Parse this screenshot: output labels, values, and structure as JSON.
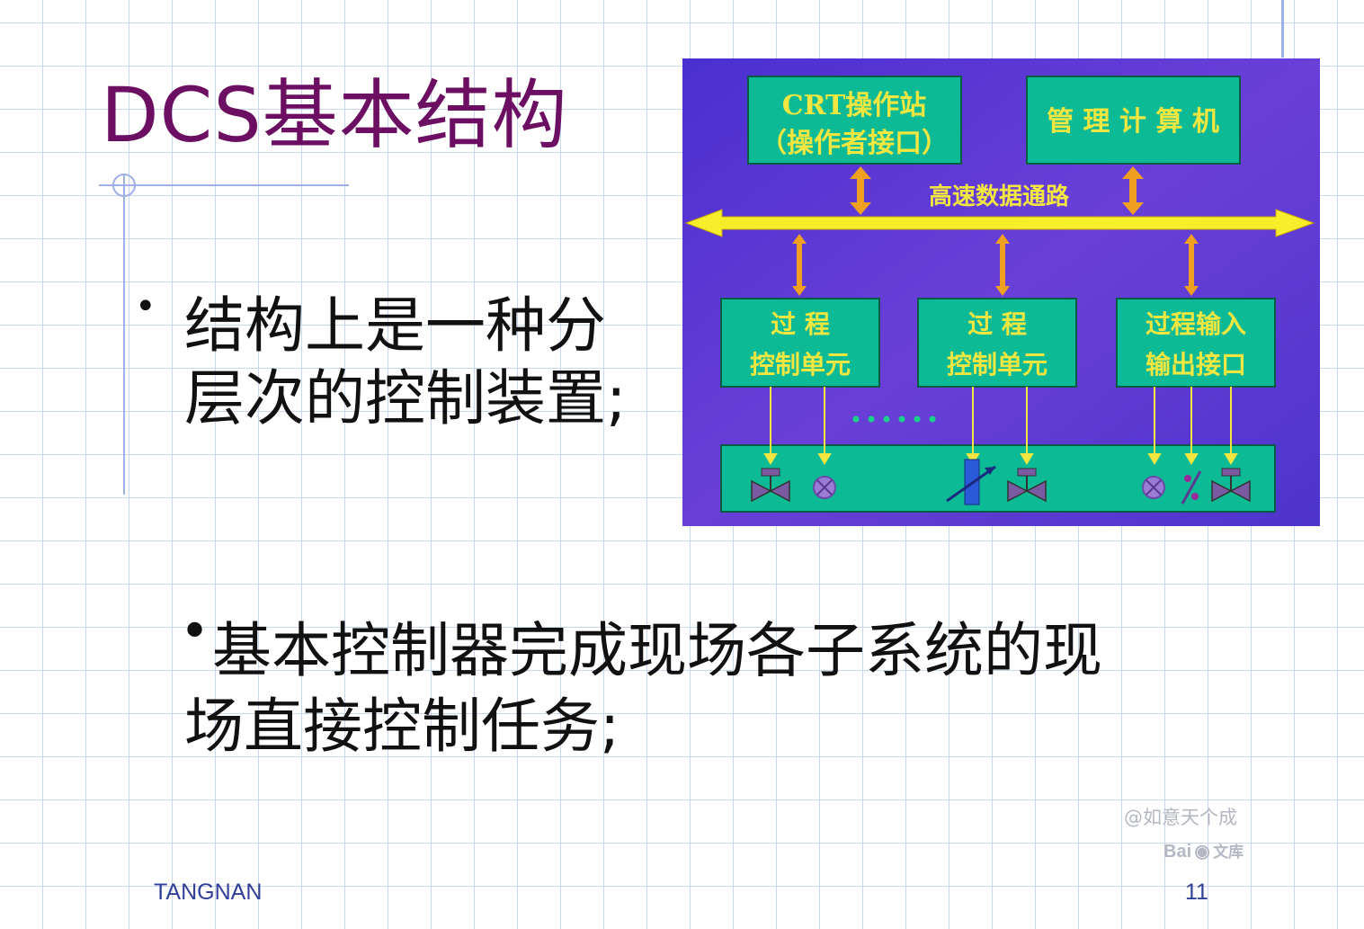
{
  "slide": {
    "title": "DCS基本结构",
    "bullet1": {
      "marker": "•",
      "lines": [
        "结构上是一种分",
        "层次的控制装置;"
      ]
    },
    "bullet2": {
      "marker": "•",
      "lines": [
        "基本控制器完成现场各子系统的现",
        "场直接控制任务;"
      ]
    },
    "footer_left": "TANGNAN",
    "page_number": "11"
  },
  "diagram": {
    "top_boxes": [
      {
        "lines": [
          "CRT操作站",
          "（操作者接口）"
        ]
      },
      {
        "lines": [
          "管 理 计 算 机"
        ]
      }
    ],
    "bus_label": "高速数据通路",
    "middle_boxes": [
      {
        "lines": [
          "过 程",
          "控制单元"
        ]
      },
      {
        "lines": [
          "过 程",
          "控制单元"
        ]
      },
      {
        "lines": [
          "过程输入",
          "输出接口"
        ]
      }
    ],
    "ellipsis_dots": 6,
    "field_devices": [
      "valve-icon",
      "sensor-icon",
      "transmitter-icon",
      "valve-icon",
      "sensor-icon",
      "switch-icon",
      "valve-icon"
    ],
    "colors": {
      "background_top": "#4a2fd0",
      "background_bottom": "#5b3cd6",
      "box_fill": "#0cba95",
      "text": "#f2e640",
      "arrow": "#f0a020",
      "bus": "#f7ee2a"
    }
  },
  "watermark": {
    "author": "@如意天个成",
    "logo_left": "Bai",
    "logo_right": "文库"
  }
}
